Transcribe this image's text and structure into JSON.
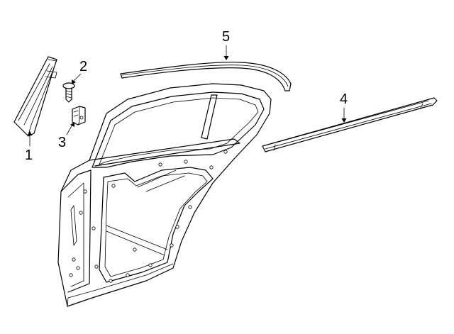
{
  "diagram": {
    "callouts": [
      {
        "id": "1",
        "text": "1",
        "part": "pillar-molding"
      },
      {
        "id": "2",
        "text": "2",
        "part": "screw"
      },
      {
        "id": "3",
        "text": "3",
        "part": "clip"
      },
      {
        "id": "4",
        "text": "4",
        "part": "belt-molding"
      },
      {
        "id": "5",
        "text": "5",
        "part": "roof-molding"
      }
    ]
  }
}
